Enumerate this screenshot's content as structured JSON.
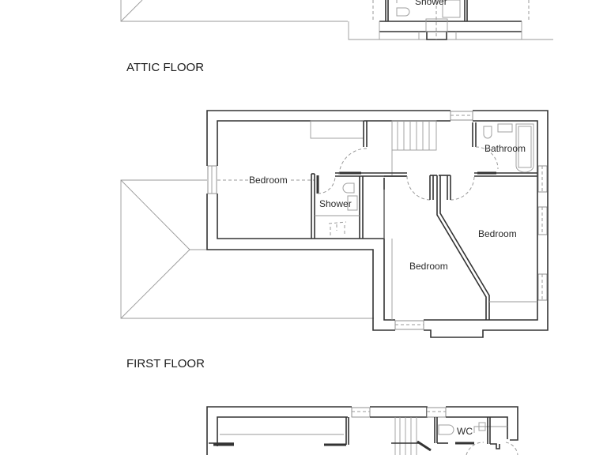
{
  "plans": {
    "attic_floor": {
      "title": "ATTIC FLOOR",
      "rooms": [
        {
          "label": "Shower"
        }
      ]
    },
    "first_floor": {
      "title": "FIRST FLOOR",
      "rooms": [
        {
          "label": "Bedroom"
        },
        {
          "label": "Shower"
        },
        {
          "label": "Bathroom"
        },
        {
          "label": "Bedroom"
        },
        {
          "label": "Bedroom"
        }
      ]
    },
    "ground_floor": {
      "rooms": [
        {
          "label": "WC"
        }
      ]
    }
  },
  "colors": {
    "wall": "#333333",
    "thin_line": "#9a9a9a",
    "background": "#ffffff"
  }
}
